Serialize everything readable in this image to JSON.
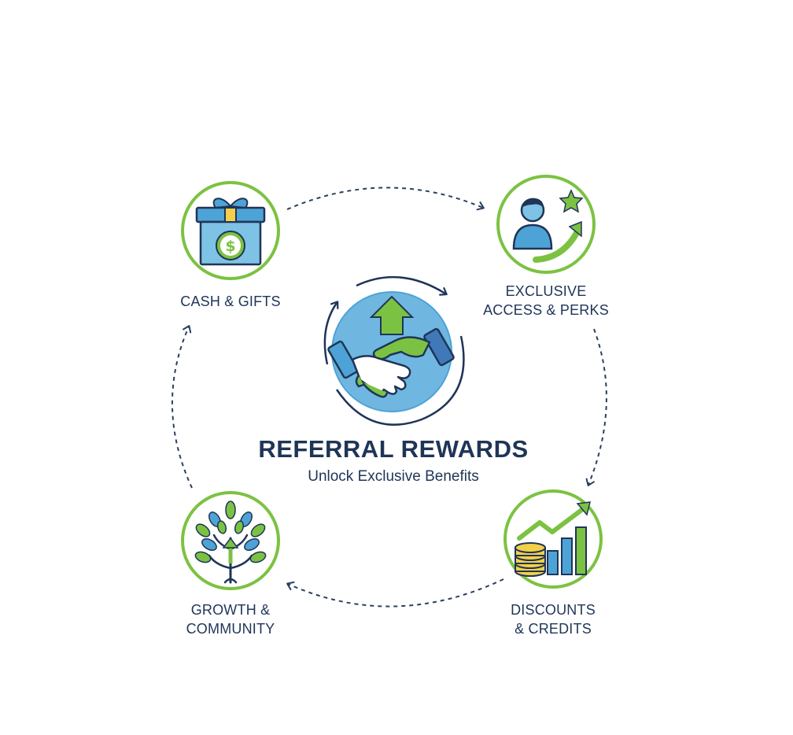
{
  "diagram": {
    "title": "REFERRAL REWARDS",
    "subtitle": "Unlock Exclusive Benefits",
    "nodes": [
      {
        "label": "CASH & GIFTS",
        "icon": "gift-box-dollar-icon"
      },
      {
        "label": "EXCLUSIVE\nACCESS & PERKS",
        "icon": "person-star-arrow-icon"
      },
      {
        "label": "DISCOUNTS\n& CREDITS",
        "icon": "coins-bar-chart-icon"
      },
      {
        "label": "GROWTH &\nCOMMUNITY",
        "icon": "growth-tree-icon"
      }
    ],
    "center_icon": "handshake-arrow-icon",
    "colors": {
      "navy": "#1f3557",
      "green": "#7cc242",
      "blue": "#4ea3d6",
      "light_blue": "#7ec2e6",
      "yellow": "#f3d04a",
      "connector": "#2a3f5f"
    }
  }
}
